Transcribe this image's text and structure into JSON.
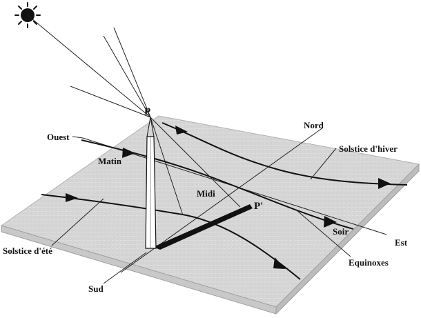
{
  "labels": {
    "gnomon_top": "P",
    "shadow_tip": "P'",
    "north": "Nord",
    "west": "Ouest",
    "winter_solstice": "Solstice d'hiver",
    "morning": "Matin",
    "noon": "Midi",
    "evening": "Soir",
    "east": "Est",
    "summer_solstice": "Solstice d'été",
    "equinoxes": "Equinoxes",
    "south": "Sud"
  },
  "icons": {
    "sun": "sun-icon"
  },
  "colors": {
    "ink": "#111111",
    "plane": "#d8d8d8",
    "plane_edge": "#a8a8a8",
    "background": "#ffffff"
  }
}
